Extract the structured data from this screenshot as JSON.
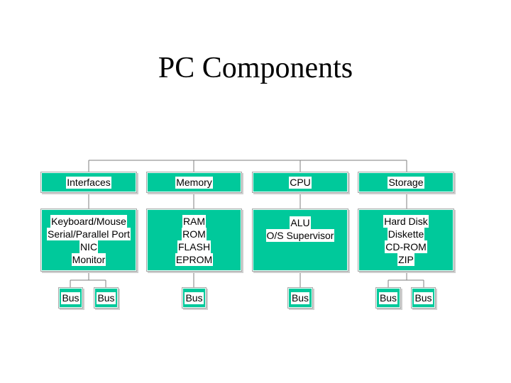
{
  "title": "PC Components",
  "colors": {
    "box_fill": "#00c99b",
    "box_border": "#a8a8a8",
    "line": "#7f7f7f"
  },
  "columns": [
    {
      "header": "Interfaces",
      "items": [
        "Keyboard/Mouse",
        "Serial/Parallel Port",
        "NIC",
        "Monitor"
      ],
      "buses": [
        "Bus",
        "Bus"
      ]
    },
    {
      "header": "Memory",
      "items": [
        "RAM",
        "ROM",
        "FLASH",
        "EPROM"
      ],
      "buses": [
        "Bus"
      ]
    },
    {
      "header": "CPU",
      "items": [
        "ALU",
        "O/S Supervisor"
      ],
      "buses": [
        "Bus"
      ]
    },
    {
      "header": "Storage",
      "items": [
        "Hard Disk",
        "Diskette",
        "CD-ROM",
        "ZIP"
      ],
      "buses": [
        "Bus",
        "Bus"
      ]
    }
  ]
}
